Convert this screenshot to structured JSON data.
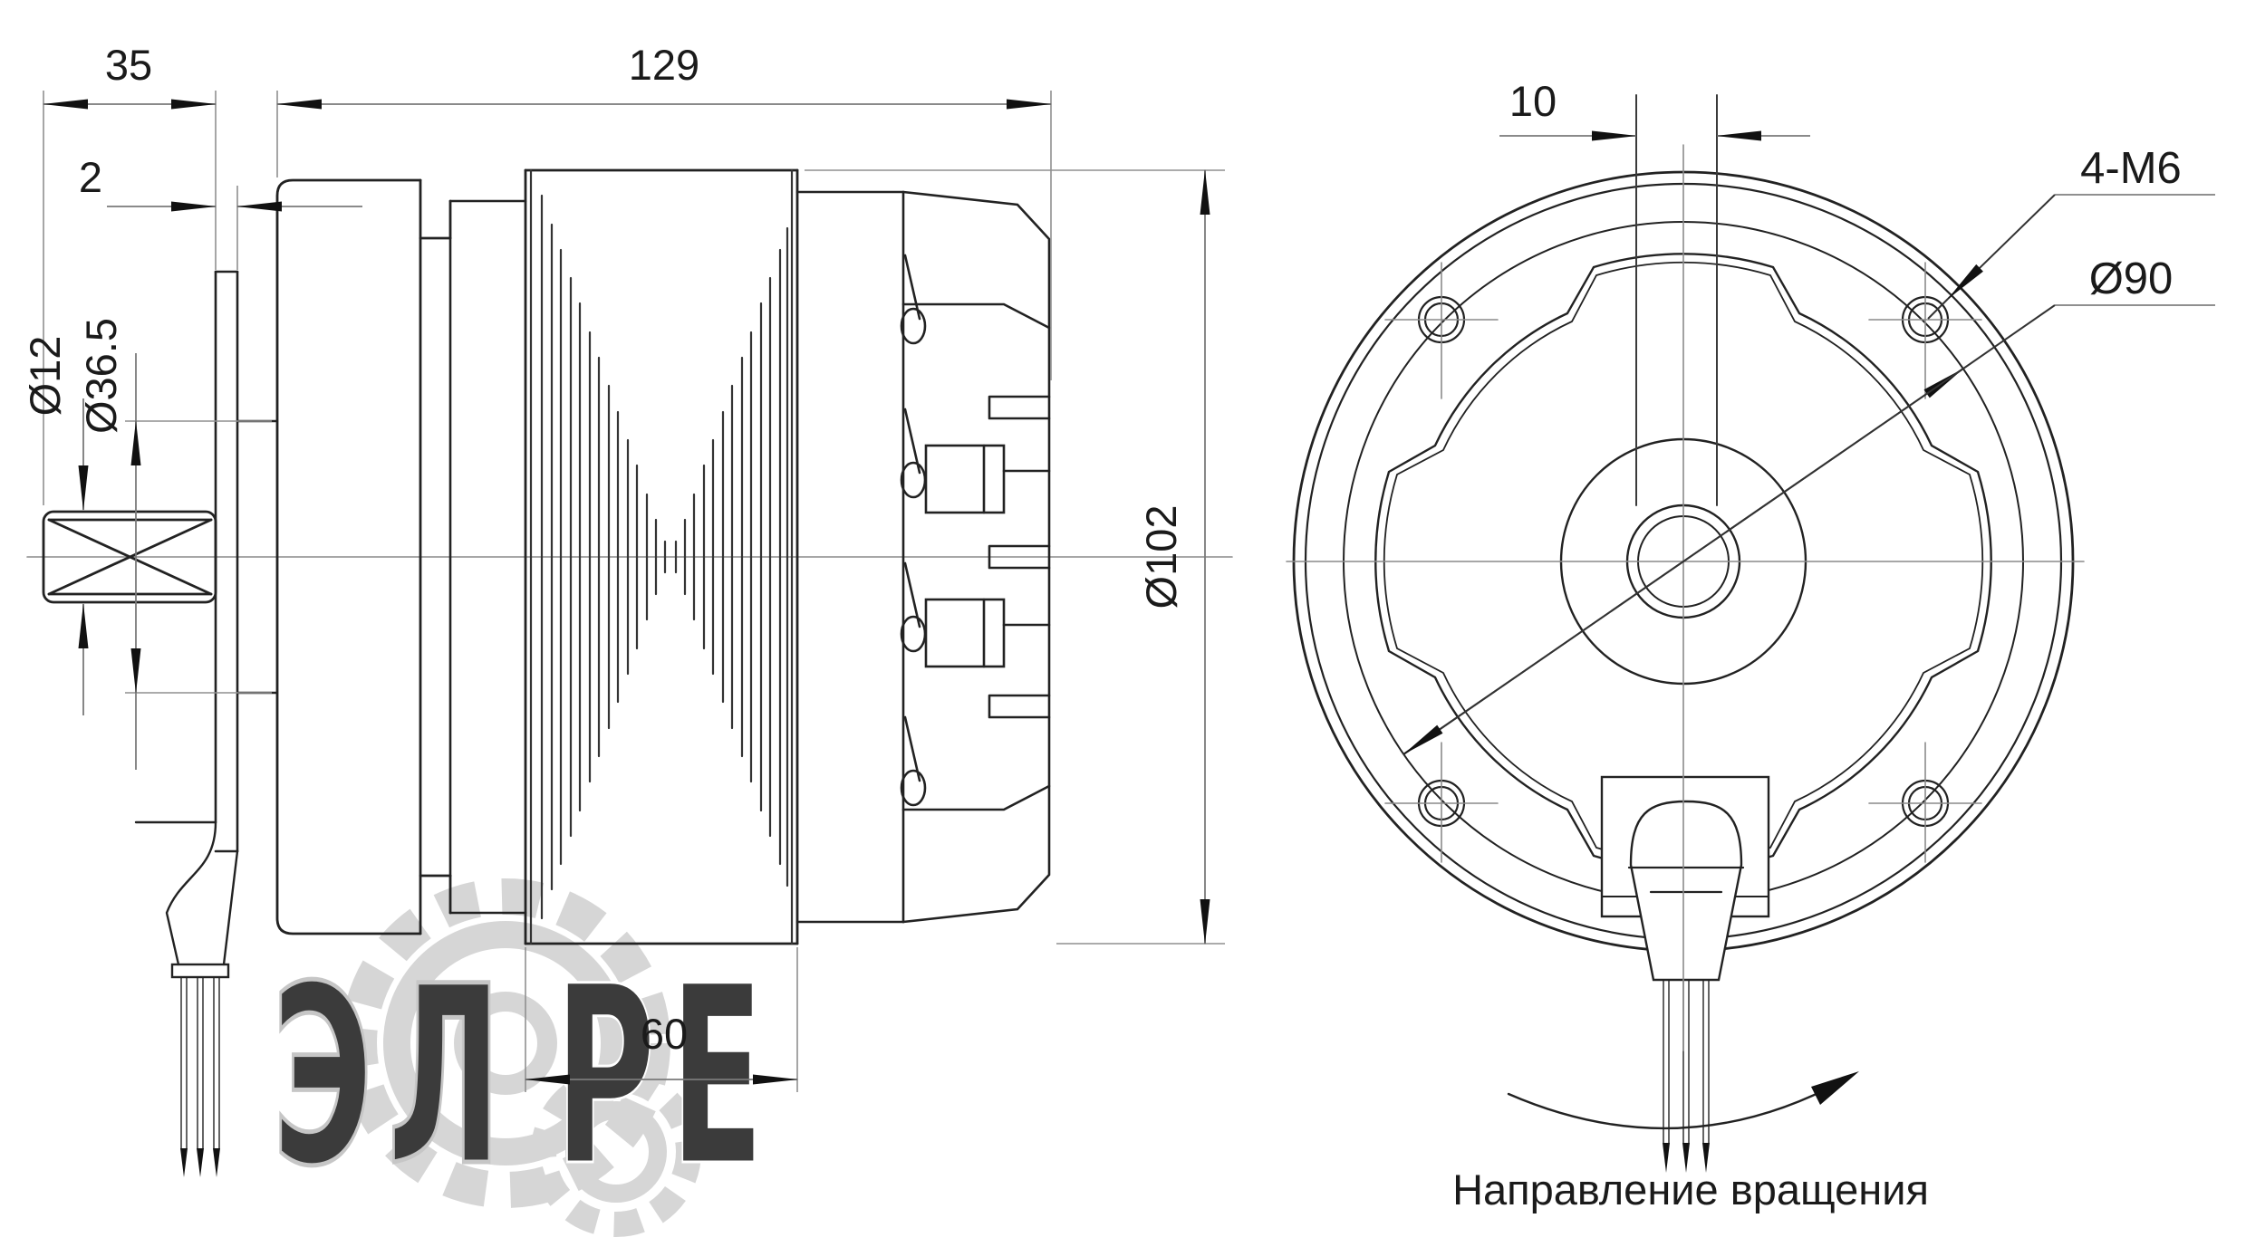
{
  "side_view": {
    "dim_shaft_length": "35",
    "dim_total_length": "129",
    "dim_flange_thickness": "2",
    "dim_shaft_diameter": "Ø12",
    "dim_boss_diameter": "Ø36.5",
    "dim_body_diameter": "Ø102",
    "dim_fin_length": "60"
  },
  "front_view": {
    "dim_key_width": "10",
    "label_mounting_holes": "4-M6",
    "label_bolt_circle": "Ø90",
    "rotation_label": "Направление вращения"
  },
  "watermark": {
    "left_letters": "ЭЛ",
    "right_letters": "РЕ"
  },
  "colors": {
    "line": "#222222",
    "dimension": "#7a7a7a",
    "watermark_orange": "#f6bd93",
    "watermark_gray": "#c9c9c9"
  }
}
